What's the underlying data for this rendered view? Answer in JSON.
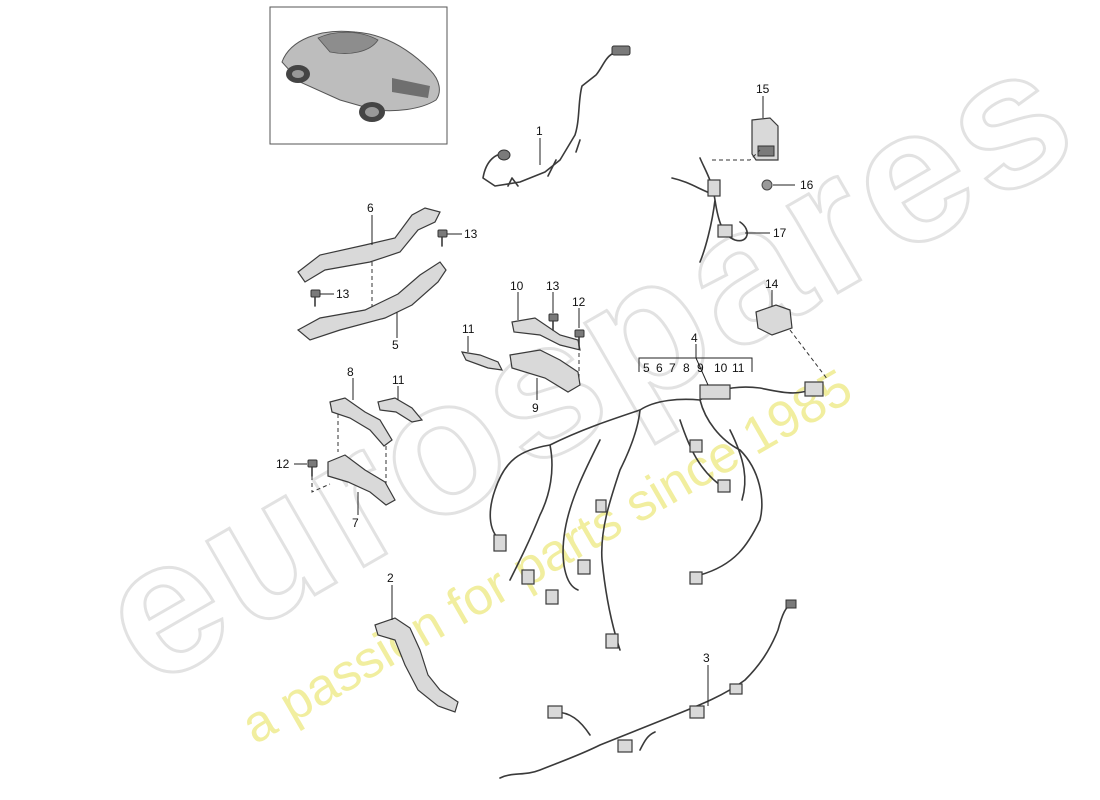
{
  "watermark": {
    "brand": "eurospares",
    "tagline": "a passion for parts since 1985"
  },
  "thumbnail": {
    "icon": "car-icon"
  },
  "callouts": {
    "c1": "1",
    "c2": "2",
    "c3": "3",
    "c4": "4",
    "c5": "5",
    "c6": "6",
    "c7": "7",
    "c8": "8",
    "c9": "9",
    "c10": "10",
    "c11": "11",
    "c11b": "11",
    "c12": "12",
    "c12b": "12",
    "c13": "13",
    "c13b": "13",
    "c13c": "13",
    "c14": "14",
    "c15": "15",
    "c16": "16",
    "c17": "17"
  },
  "group4": {
    "sub": [
      "5",
      "6",
      "7",
      "8",
      "9",
      "10",
      "11"
    ]
  }
}
